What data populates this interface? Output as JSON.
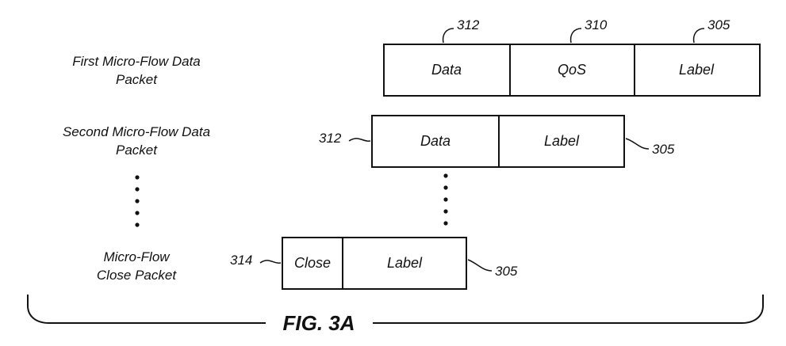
{
  "rows": {
    "first": {
      "label_line1": "First Micro-Flow Data",
      "label_line2": "Packet",
      "fields": {
        "data": "Data",
        "qos": "QoS",
        "label": "Label"
      },
      "refs": {
        "data": "312",
        "qos": "310",
        "label": "305"
      }
    },
    "second": {
      "label_line1": "Second Micro-Flow Data",
      "label_line2": "Packet",
      "fields": {
        "data": "Data",
        "label": "Label"
      },
      "refs": {
        "data": "312",
        "label": "305"
      }
    },
    "close": {
      "label_line1": "Micro-Flow",
      "label_line2": "Close Packet",
      "fields": {
        "close": "Close",
        "label": "Label"
      },
      "refs": {
        "close": "314",
        "label": "305"
      }
    }
  },
  "figure": {
    "title": "FIG. 3A"
  }
}
